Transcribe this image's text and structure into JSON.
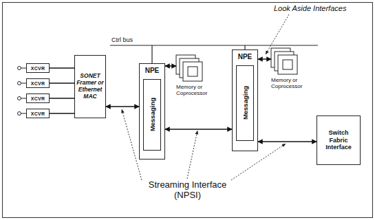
{
  "diagram": {
    "nodes": [
      {
        "text": [
          "XCVR"
        ]
      },
      {
        "text": [
          "XCVR"
        ]
      },
      {
        "text": [
          "XCVR"
        ]
      },
      {
        "text": [
          "XCVR"
        ]
      },
      {
        "text": [
          "SONET Framer or Ethernet MAC"
        ]
      },
      {
        "text": [
          "NPE"
        ]
      },
      {
        "text": [
          "Messaging"
        ],
        "in": 5
      },
      {
        "text": [
          "Memory or Coprocessor"
        ]
      },
      {
        "text": [
          "NPE"
        ]
      },
      {
        "text": [
          "Messaging"
        ],
        "in": 8
      },
      {
        "text": [
          "Memory or Coprocessor"
        ]
      },
      {
        "text": [
          "Switch Fabric Interface"
        ]
      }
    ],
    "edges": [
      {
        "from": 0,
        "to": 4,
        "arrow": "none"
      },
      {
        "from": 1,
        "to": 4,
        "arrow": "none"
      },
      {
        "from": 2,
        "to": 4,
        "arrow": "none"
      },
      {
        "from": 3,
        "to": 4,
        "arrow": "none"
      },
      {
        "from": 4,
        "to": 5,
        "arrow": "both"
      },
      {
        "from": 5,
        "to": 7,
        "arrow": "both"
      },
      {
        "from": 5,
        "to": 8,
        "arrow": "both"
      },
      {
        "from": 8,
        "to": 10,
        "arrow": "both"
      },
      {
        "from": 8,
        "to": 11,
        "arrow": "both"
      }
    ],
    "labels": [
      "Ctrl bus",
      "Look Aside Interfaces",
      "Streaming Interface (NPSI)"
    ]
  }
}
